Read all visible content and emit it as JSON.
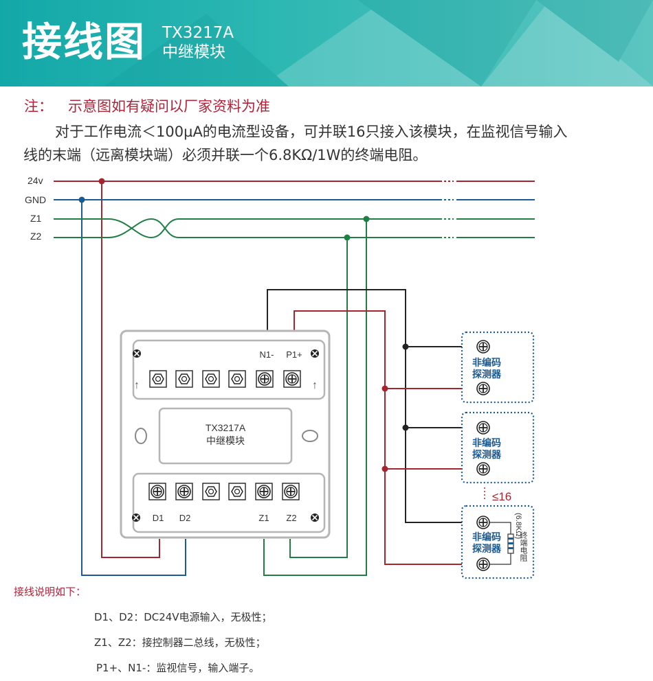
{
  "header": {
    "title": "接线图",
    "model": "TX3217A",
    "name": "中继模块"
  },
  "note": {
    "label": "注：",
    "text": "示意图如有疑问以厂家资料为准"
  },
  "paragraph": {
    "line1": "对于工作电流＜100µA的电流型设备，可并联16只接入该模块，在监视信号输入",
    "line2": "线的末端（远离模块端）必须并联一个6.8KΩ/1W的终端电阻。"
  },
  "diagram": {
    "bus_labels": [
      "24v",
      "GND",
      "Z1",
      "Z2"
    ],
    "module": {
      "model": "TX3217A",
      "name": "中继模块",
      "top_terminals": [
        "N1-",
        "P1+"
      ],
      "bottom_terminals": [
        "D1",
        "D2",
        "Z1",
        "Z2"
      ]
    },
    "detector_label_line1": "非编码",
    "detector_label_line2": "探测器",
    "max_count": "≤16",
    "resistor_value": "(6.8KΩ)",
    "resistor_label": "终端电阻",
    "colors": {
      "power": "#a5252f",
      "ground": "#1a5b94",
      "bus": "#1e7e44",
      "signal": "#222222",
      "detector_box": "#1a5b94",
      "module_frame": "#b5b5b5"
    }
  },
  "wiring": {
    "title": "接线说明如下：",
    "items": [
      "D1、D2：DC24V电源输入，无极性；",
      "Z1、Z2：接控制器二总线，无极性；",
      "P1+、N1-：监视信号，输入端子。"
    ]
  }
}
